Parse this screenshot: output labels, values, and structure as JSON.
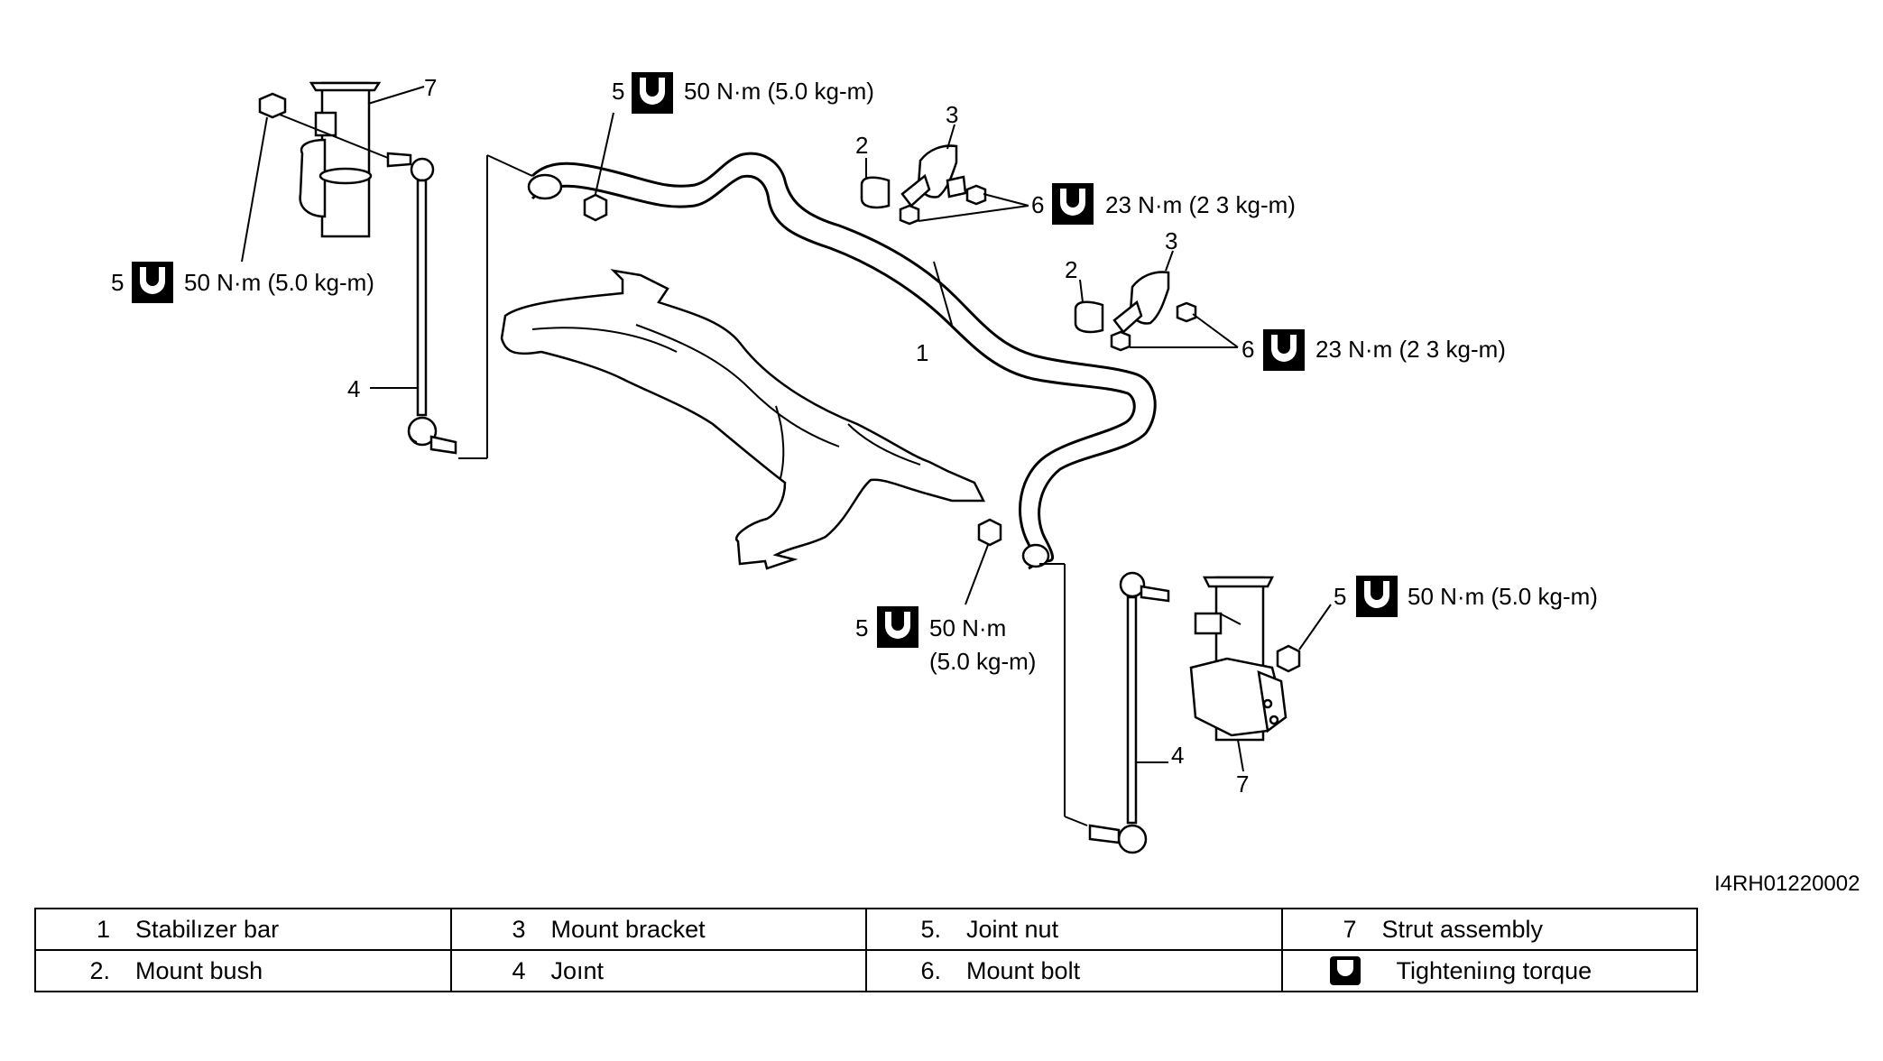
{
  "diagram": {
    "image_code": "I4RH01220002",
    "callouts": {
      "p7_top": "7",
      "p5_top": "5",
      "p5_top_torque": "50 N·m (5.0 kg-m)",
      "p3_a": "3",
      "p2_a": "2",
      "p6_a": "6",
      "p6_a_torque": "23 N·m (2 3 kg-m)",
      "p5_left": "5",
      "p5_left_torque": "50 N·m (5.0 kg-m)",
      "p2_b": "2",
      "p3_b": "3",
      "p1": "1",
      "p6_b": "6",
      "p6_b_torque": "23 N·m (2 3 kg-m)",
      "p4_left": "4",
      "p5_mid": "5",
      "p5_mid_torque_1": "50 N·m",
      "p5_mid_torque_2": "(5.0 kg-m)",
      "p5_right": "5",
      "p5_right_torque": "50 N·m (5.0 kg-m)",
      "p4_right": "4",
      "p7_right": "7"
    }
  },
  "legend": {
    "row1": [
      {
        "num": "1",
        "label": "Stabilızer bar"
      },
      {
        "num": "3",
        "label": "Mount bracket"
      },
      {
        "num": "5.",
        "label": "Joint nut"
      },
      {
        "num": "7",
        "label": "Strut assembly"
      }
    ],
    "row2": [
      {
        "num": "2.",
        "label": "Mount bush"
      },
      {
        "num": "4",
        "label": "Joınt"
      },
      {
        "num": "6.",
        "label": "Mount bolt"
      },
      {
        "icon": "torque-wrench-icon",
        "label": "Tighteniıng torque"
      }
    ]
  }
}
